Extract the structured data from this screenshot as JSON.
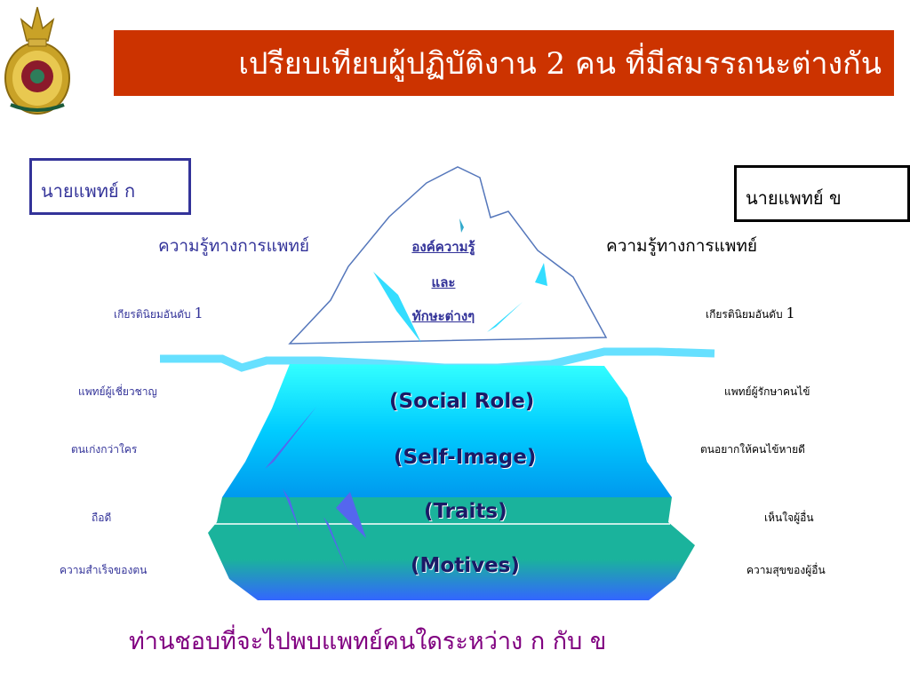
{
  "header": {
    "title": "เปรียบเทียบผู้ปฏิบัติงาน 2 คน ที่มีสมรรถนะต่างกัน"
  },
  "colors": {
    "title_bg": "#cc3300",
    "title_text": "#ffffff",
    "doctor_a": "#333399",
    "doctor_b": "#000000",
    "question": "#800080",
    "water": "#66e0ff",
    "iceberg_top": "#00ccff",
    "iceberg_mid": "#0099ee",
    "iceberg_teal": "#1ab39c"
  },
  "doctor_a": {
    "name": "นายแพทย์ ก",
    "knowledge": "ความรู้ทางการแพทย์",
    "rank_text": "เกียรตินิยมอันดับ",
    "rank_num": "1",
    "social_role": "แพทย์ผู้เชี่ยวชาญ",
    "self_image": "ตนเก่งกว่าใคร",
    "traits": "ถือดี",
    "motives": "ความสำเร็จของตน"
  },
  "doctor_b": {
    "name": "นายแพทย์ ข",
    "knowledge": "ความรู้ทางการแพทย์",
    "rank_text": "เกียรตินิยมอันดับ",
    "rank_num": "1",
    "social_role": "แพทย์ผู้รักษาคนไข้",
    "self_image": "ตนอยากให้คนไข้หายดี",
    "traits": "เห็นใจผู้อื่น",
    "motives": "ความสุขของผู้อื่น"
  },
  "iceberg": {
    "tip_line1": "องค์ความรู้",
    "tip_line2": "และ",
    "tip_line3": "ทักษะต่างๆ",
    "layers": [
      "(Social Role)",
      "(Self-Image)",
      "(Traits)",
      "(Motives)"
    ]
  },
  "question": "ท่านชอบที่จะไปพบแพทย์คนใดระหว่าง ก กับ ข"
}
